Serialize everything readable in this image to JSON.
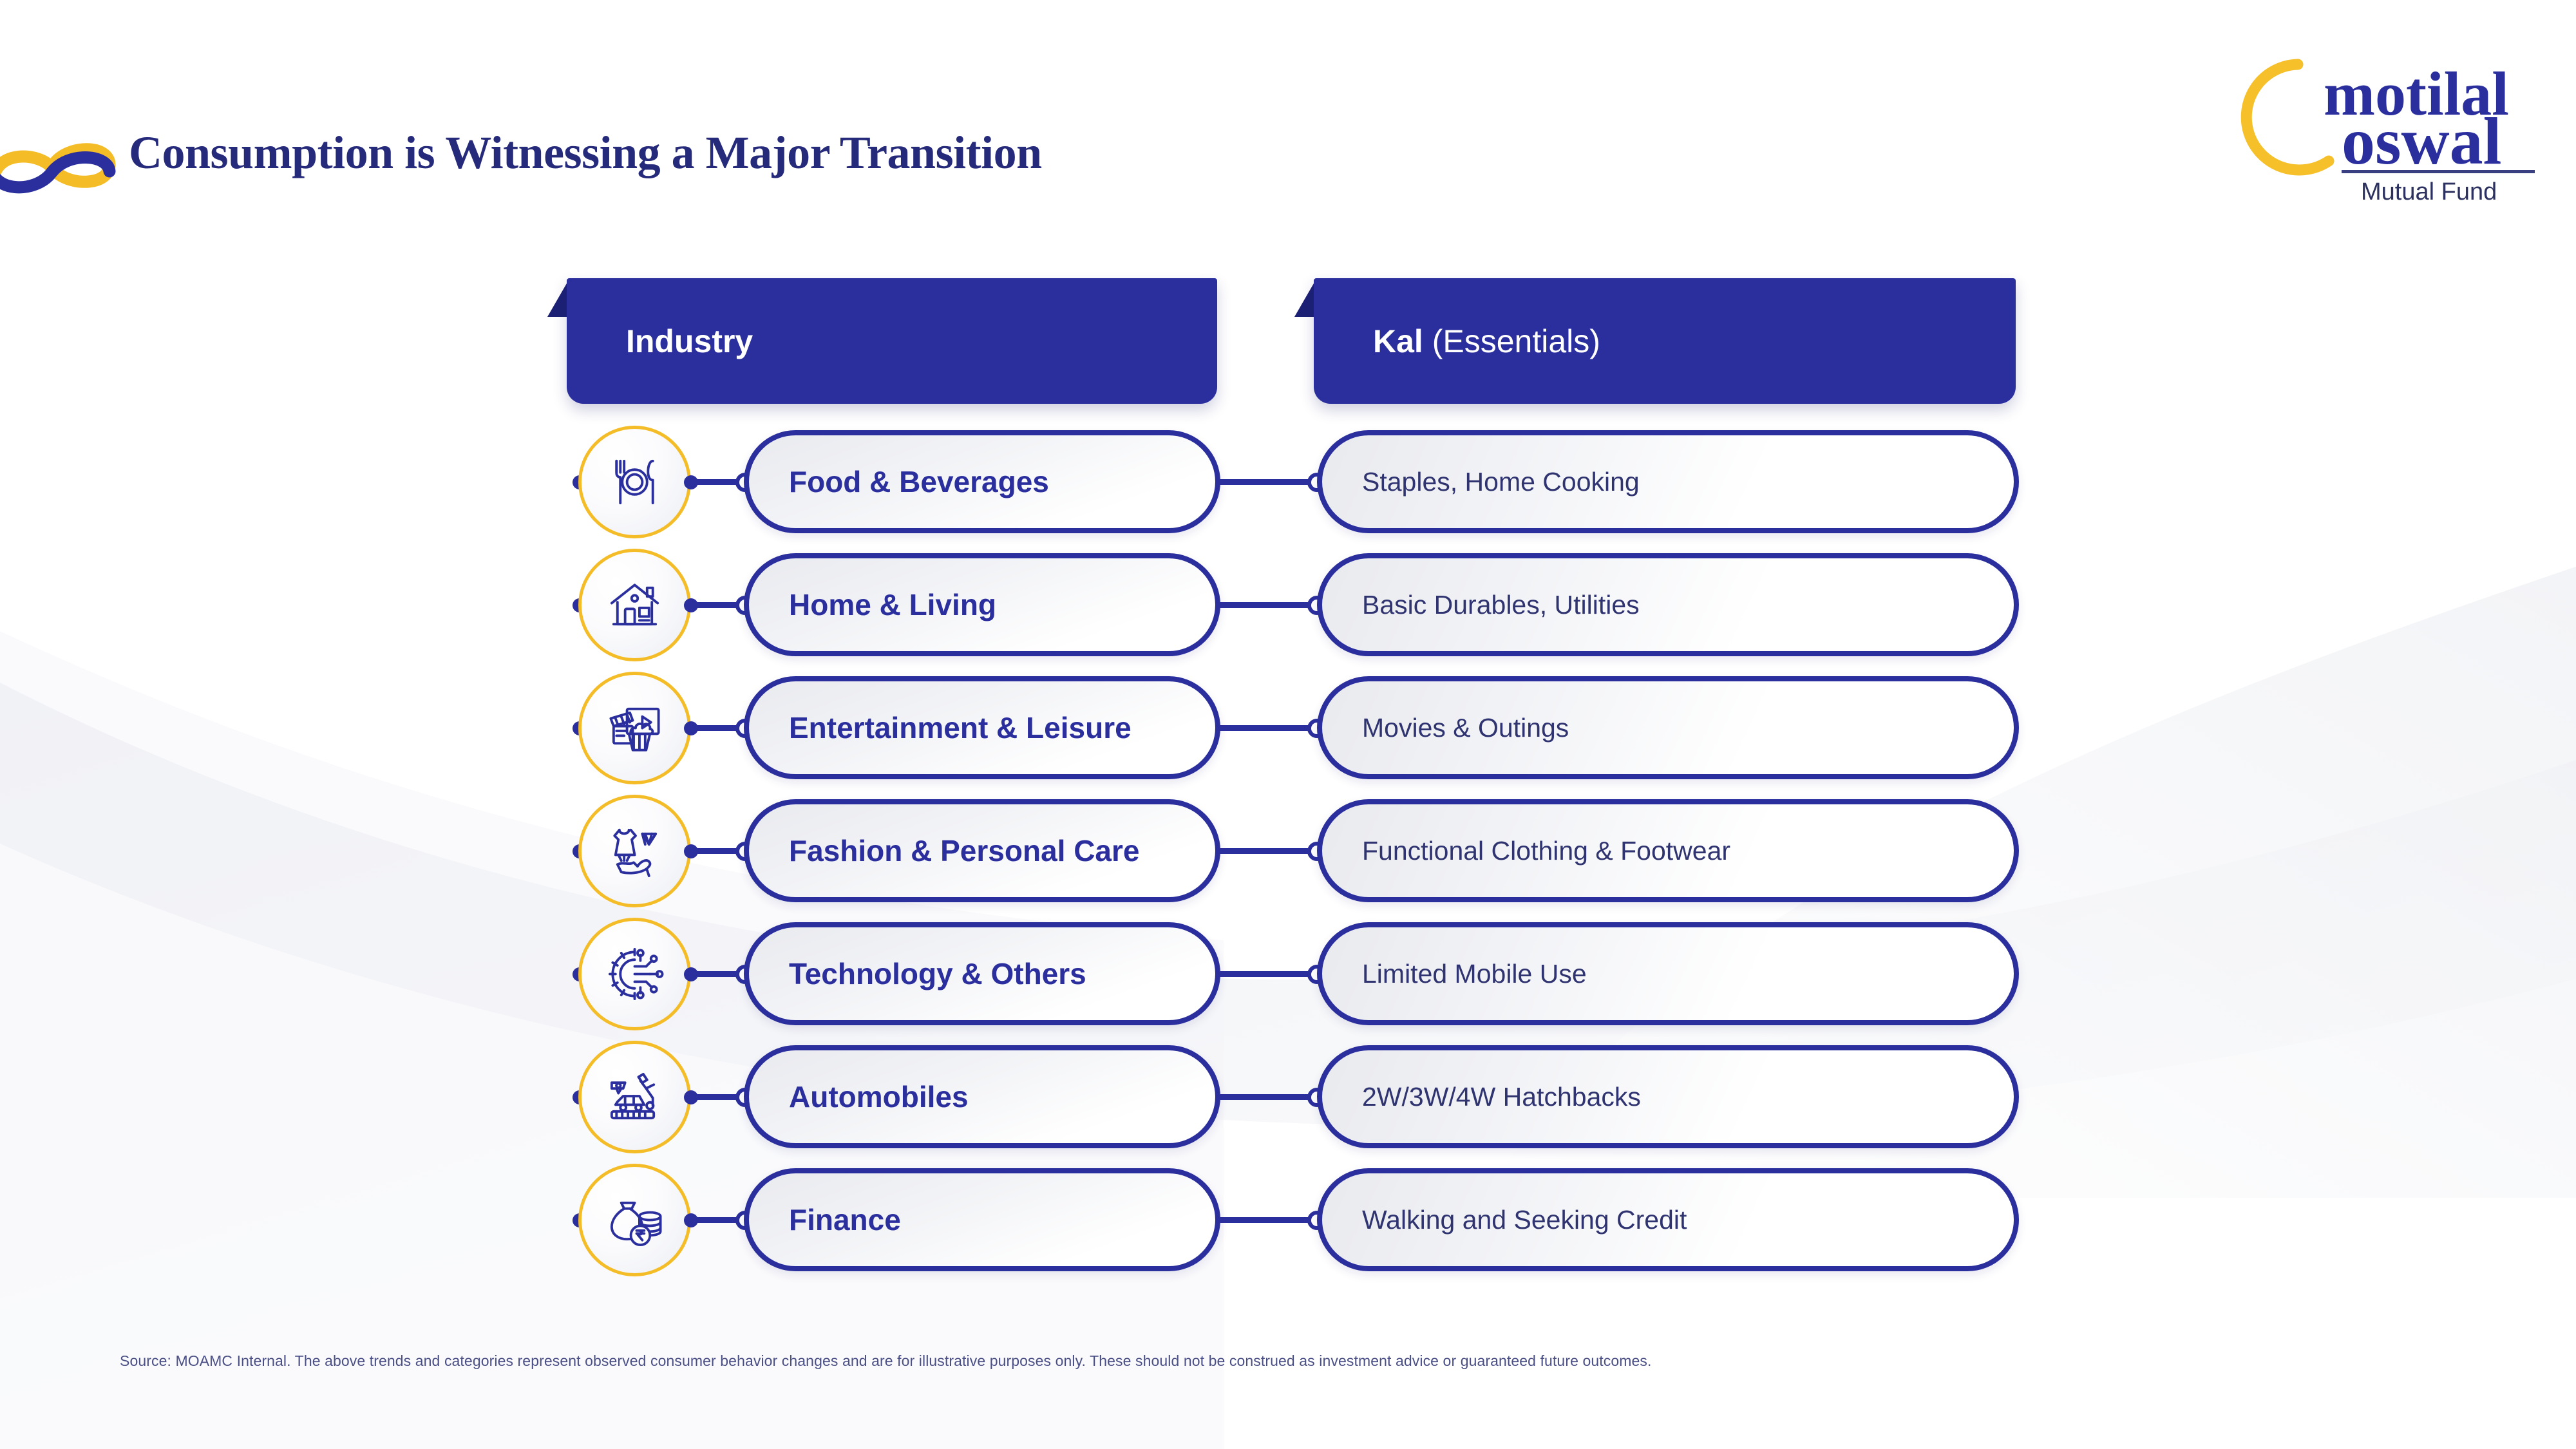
{
  "header": {
    "title": "Consumption is Witnessing a Major Transition",
    "logo_mark": "infinity-loop",
    "brand": {
      "line1": "motilal",
      "line2": "oswal",
      "line3": "Mutual Fund"
    }
  },
  "columns": {
    "left": {
      "label_bold": "Industry",
      "label_normal": ""
    },
    "right": {
      "label_bold": "Kal",
      "label_normal": " (Essentials)"
    }
  },
  "rows": [
    {
      "icon": "cutlery-plate-icon",
      "industry": "Food & Beverages",
      "kal": "Staples, Home Cooking"
    },
    {
      "icon": "house-icon",
      "industry": "Home & Living",
      "kal": "Basic Durables, Utilities"
    },
    {
      "icon": "clapperboard-popcorn-icon",
      "industry": "Entertainment & Leisure",
      "kal": "Movies & Outings"
    },
    {
      "icon": "dress-heel-diamond-icon",
      "industry": "Fashion & Personal Care",
      "kal": "Functional Clothing & Footwear"
    },
    {
      "icon": "gear-circuit-icon",
      "industry": "Technology & Others",
      "kal": "Limited Mobile Use"
    },
    {
      "icon": "car-assembly-icon",
      "industry": "Automobiles",
      "kal": "2W/3W/4W Hatchbacks"
    },
    {
      "icon": "money-bag-coins-icon",
      "industry": "Finance",
      "kal": "Walking and Seeking Credit"
    }
  ],
  "footer": {
    "source": "Source: MOAMC Internal. The above trends and categories represent observed consumer behavior changes and are for illustrative purposes only. These should not be construed as investment advice or guaranteed future outcomes."
  },
  "colors": {
    "brand_navy": "#2b2f9e",
    "brand_navy_dark": "#1c2074",
    "brand_gold": "#f4bd28",
    "title_navy": "#262a7a",
    "background": "#ffffff"
  }
}
